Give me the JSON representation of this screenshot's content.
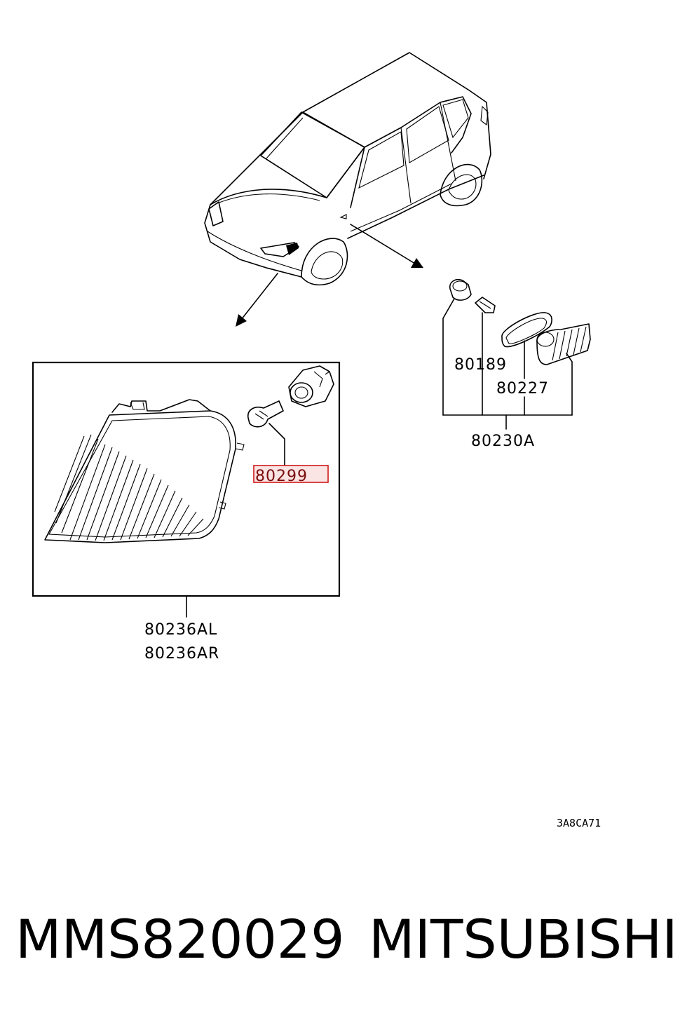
{
  "colors": {
    "line": "#000000",
    "highlight_border": "#d01818",
    "highlight_fill": "#fbe4e4",
    "background": "#ffffff"
  },
  "icons": [
    "car-outline-icon",
    "corner-lamp-icon",
    "bulb-icon",
    "socket-icon",
    "side-marker-icon",
    "gasket-icon",
    "wedge-bulb-icon",
    "bulb-holder-icon"
  ],
  "callouts": {
    "corner_bulb": "80299",
    "holder": "80189",
    "gasket": "80227",
    "side_assy": "80230A",
    "lamp_left": "80236AL",
    "lamp_right": "80236AR"
  },
  "diagram_code": "3A8CA71",
  "footer": {
    "part_number": "MMS820029",
    "brand": "MITSUBISHI"
  }
}
